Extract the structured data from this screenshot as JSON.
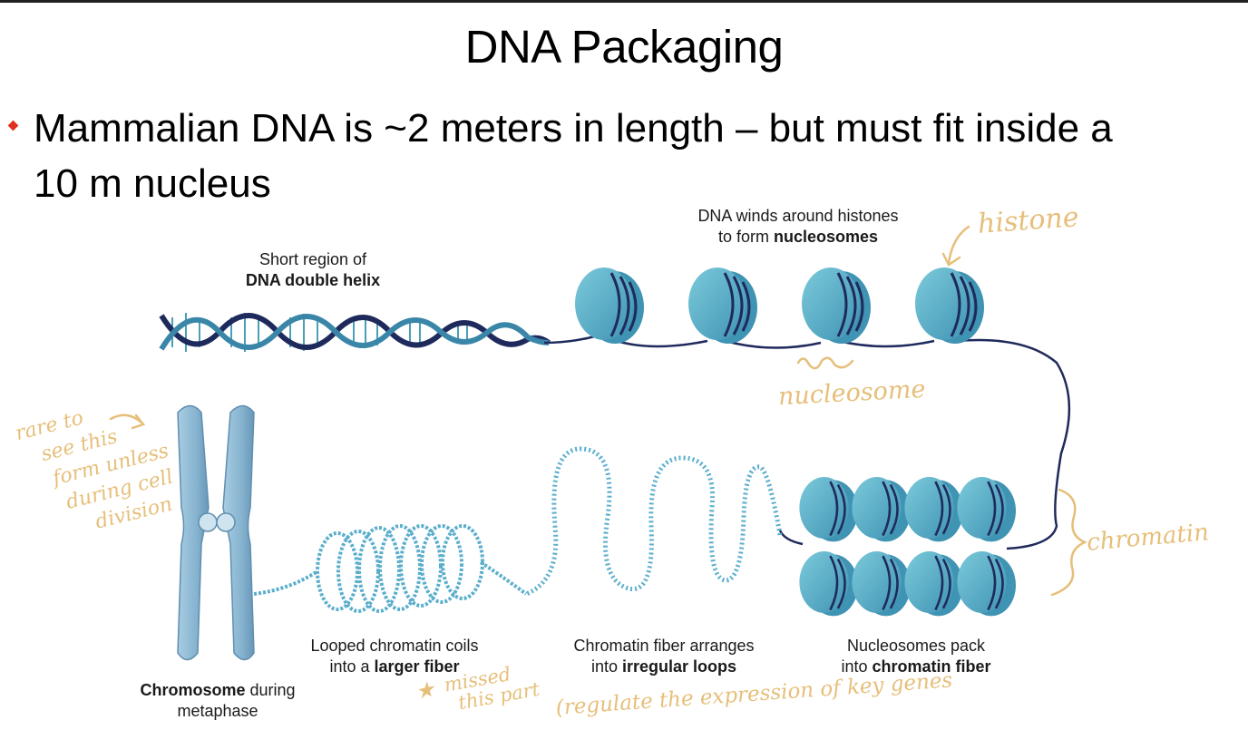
{
  "slide": {
    "title": "DNA Packaging",
    "bullet_line1": "Mammalian DNA is ~2 meters in length – but must fit inside a",
    "bullet_line2": "10  m nucleus"
  },
  "labels": {
    "helix_line1": "Short region of",
    "helix_line2_bold": "DNA double helix",
    "nucleosome_line1": "DNA winds around histones",
    "nucleosome_line2_prefix": "to form ",
    "nucleosome_line2_bold": "nucleosomes",
    "chromosome_bold": "Chromosome",
    "chromosome_rest": " during",
    "chromosome_line2": "metaphase",
    "coils_line1": "Looped chromatin coils",
    "coils_prefix": "into a ",
    "coils_bold": "larger fiber",
    "loops_line1": "Chromatin fiber arranges",
    "loops_prefix": "into ",
    "loops_bold": "irregular loops",
    "pack_line1": "Nucleosomes pack",
    "pack_prefix": "into  ",
    "pack_bold": "chromatin fiber"
  },
  "handwriting": {
    "histone": "histone",
    "nucleosome": "nucleosome",
    "chromatin": "chromatin",
    "rare_line1": "rare to",
    "rare_line2": "see this",
    "rare_line3": "form unless",
    "rare_line4": "during cell",
    "rare_line5": "division",
    "missed_line1": "missed",
    "missed_line2": "this part",
    "regulate": "(regulate the expression of key genes"
  },
  "colors": {
    "accent_bullet": "#e0301e",
    "histone": "#5fb6cc",
    "dna_dark": "#1f2a5c",
    "chromosome": "#8db9d4",
    "handwriting": "#e6bf7a"
  }
}
